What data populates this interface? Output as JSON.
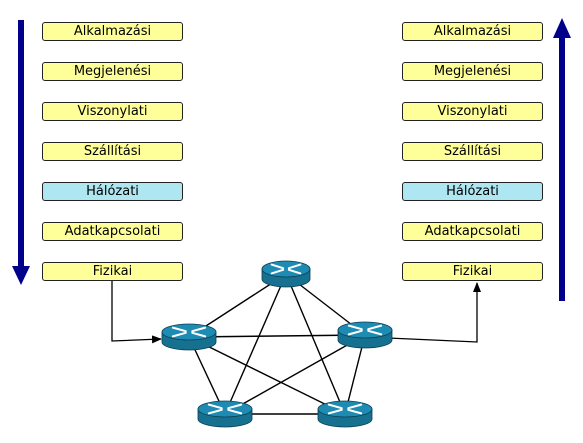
{
  "colors": {
    "layer_fill": "#ffff99",
    "network_layer_fill": "#aee6f2",
    "arrow": "#00008b",
    "router": "#1e8bb3"
  },
  "left_stack": [
    "Alkalmazási",
    "Megjelenési",
    "Viszonylati",
    "Szállítási",
    "Hálózati",
    "Adatkapcsolati",
    "Fizikai"
  ],
  "right_stack": [
    "Alkalmazási",
    "Megjelenési",
    "Viszonylati",
    "Szállítási",
    "Hálózati",
    "Adatkapcsolati",
    "Fizikai"
  ],
  "left_arrow_direction": "down",
  "right_arrow_direction": "up",
  "routers": [
    "router-top",
    "router-left",
    "router-right",
    "router-bottom-left",
    "router-bottom-right"
  ],
  "links": [
    [
      "router-top",
      "router-left"
    ],
    [
      "router-top",
      "router-right"
    ],
    [
      "router-top",
      "router-bottom-left"
    ],
    [
      "router-top",
      "router-bottom-right"
    ],
    [
      "router-left",
      "router-right"
    ],
    [
      "router-left",
      "router-bottom-left"
    ],
    [
      "router-left",
      "router-bottom-right"
    ],
    [
      "router-right",
      "router-bottom-left"
    ],
    [
      "router-right",
      "router-bottom-right"
    ],
    [
      "router-bottom-left",
      "router-bottom-right"
    ]
  ]
}
